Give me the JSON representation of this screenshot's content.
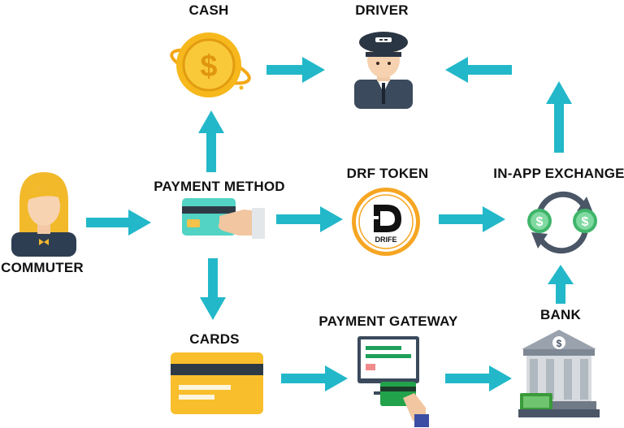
{
  "nodes": {
    "cash": {
      "label": "CASH"
    },
    "driver": {
      "label": "DRIVER"
    },
    "commuter": {
      "label": "COMMUTER"
    },
    "payment_method": {
      "label": "PAYMENT METHOD"
    },
    "drf_token": {
      "label": "DRF TOKEN",
      "logo_text": "DRIFE"
    },
    "in_app_exchange": {
      "label": "IN-APP EXCHANGE"
    },
    "cards": {
      "label": "CARDS"
    },
    "payment_gateway": {
      "label": "PAYMENT GATEWAY"
    },
    "bank": {
      "label": "BANK"
    }
  },
  "colors": {
    "arrow": "#22b8c9",
    "gold": "#f5b41a",
    "card_teal": "#4fd1c5",
    "cash_green": "#22a24a"
  }
}
